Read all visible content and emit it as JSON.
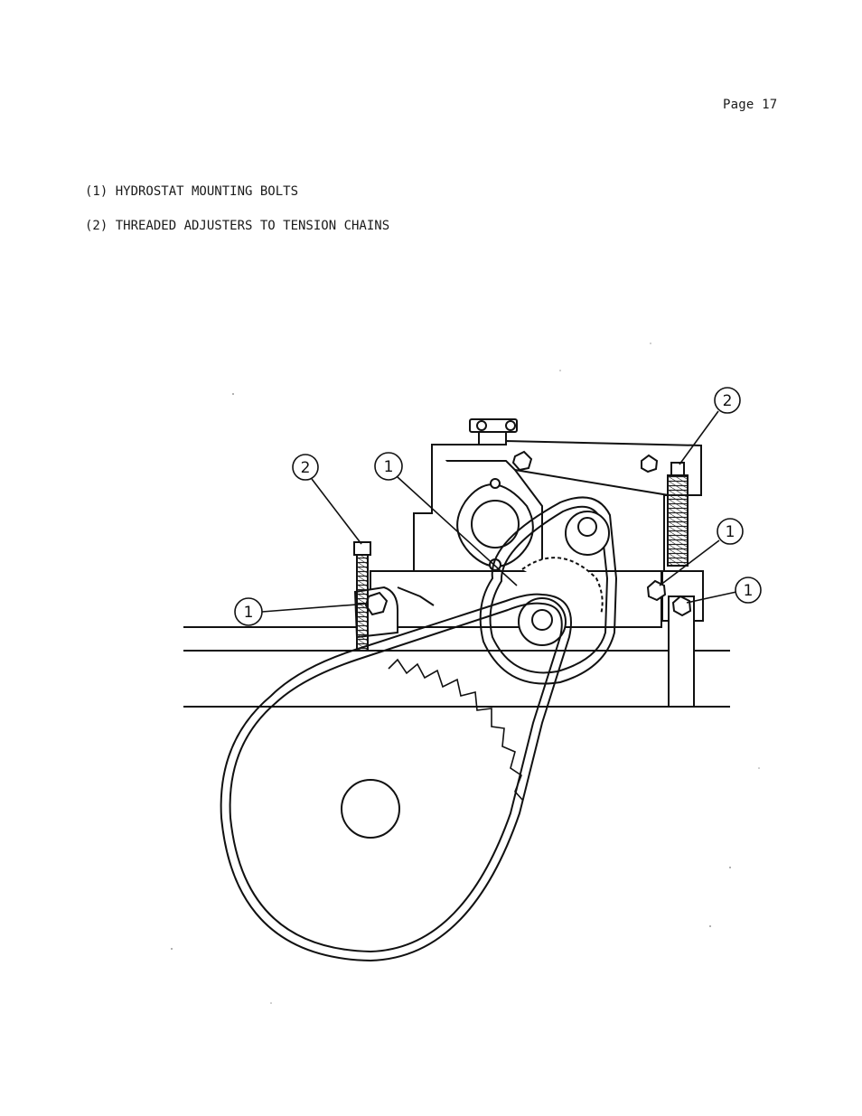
{
  "header": {
    "page_label": "Page 17"
  },
  "legend": {
    "items": [
      {
        "text": "(1) HYDROSTAT MOUNTING BOLTS"
      },
      {
        "text": "(2) THREADED ADJUSTERS TO TENSION CHAINS"
      }
    ]
  },
  "figure": {
    "callouts": [
      {
        "label": "2"
      },
      {
        "label": "1"
      },
      {
        "label": "2"
      },
      {
        "label": "1"
      },
      {
        "label": "1"
      },
      {
        "label": "1"
      }
    ]
  }
}
